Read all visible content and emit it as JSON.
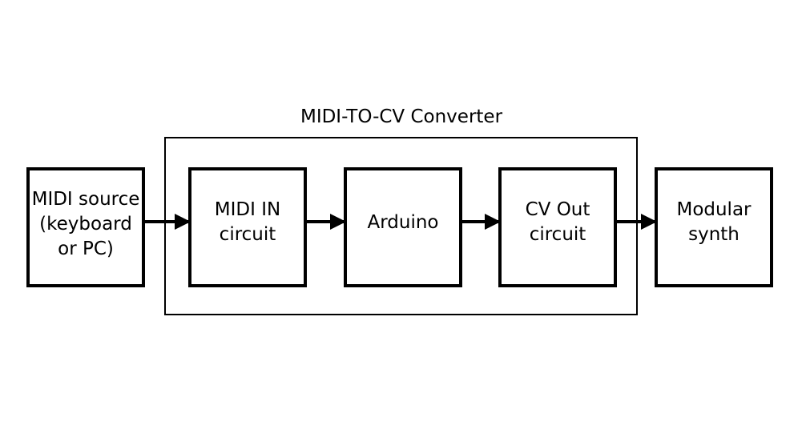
{
  "diagram": {
    "container_label": "MIDI-TO-CV Converter",
    "blocks": [
      {
        "id": "midi_source",
        "label": "MIDI source\n(keyboard\nor PC)"
      },
      {
        "id": "midi_in",
        "label": "MIDI IN\ncircuit"
      },
      {
        "id": "arduino",
        "label": "Arduino"
      },
      {
        "id": "cv_out",
        "label": "CV Out\ncircuit"
      },
      {
        "id": "modular_synth",
        "label": "Modular\nsynth"
      }
    ],
    "connections": [
      {
        "from": "midi_source",
        "to": "midi_in"
      },
      {
        "from": "midi_in",
        "to": "arduino"
      },
      {
        "from": "arduino",
        "to": "cv_out"
      },
      {
        "from": "cv_out",
        "to": "modular_synth"
      }
    ],
    "colors": {
      "stroke": "#000000",
      "background": "#ffffff"
    }
  }
}
